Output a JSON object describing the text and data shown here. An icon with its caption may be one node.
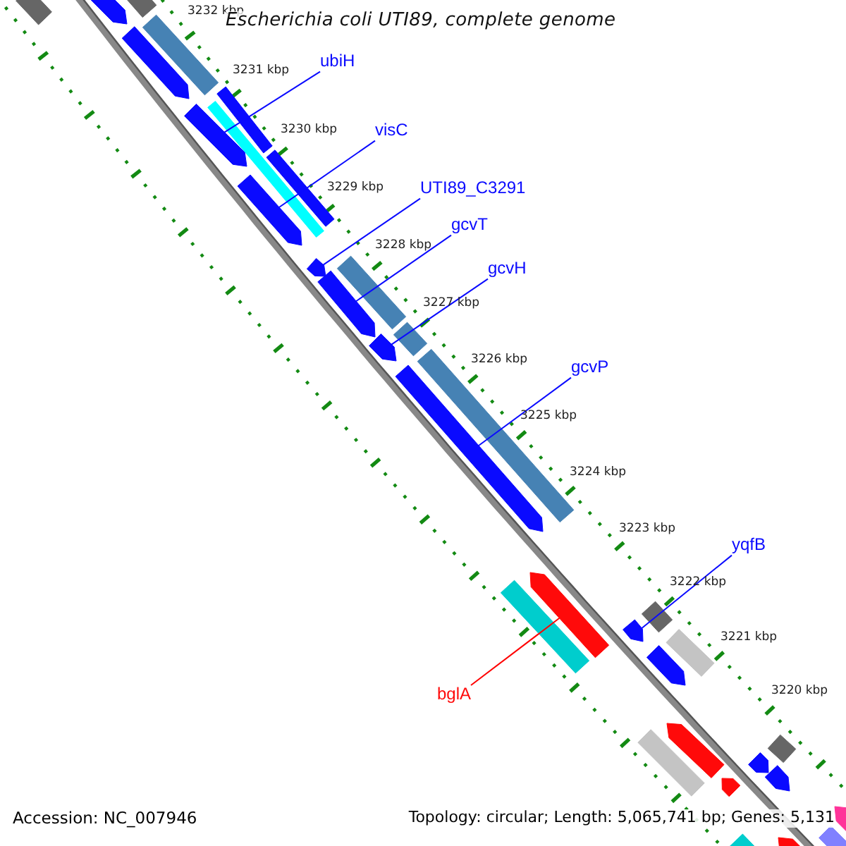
{
  "diagram": {
    "title": "Escherichia coli UTI89, complete genome",
    "nodes": [
      {
        "text": [
          "ubiH"
        ]
      },
      {
        "text": [],
        "shape": "arrow"
      },
      {
        "text": [
          "visC"
        ]
      },
      {
        "text": [],
        "shape": "arrow"
      },
      {
        "text": [
          "UTI89_C3291"
        ]
      },
      {
        "text": [],
        "shape": "arrow"
      },
      {
        "text": [
          "gcvT"
        ]
      },
      {
        "text": [],
        "shape": "arrow"
      },
      {
        "text": [
          "gcvH"
        ]
      },
      {
        "text": [],
        "shape": "arrow"
      },
      {
        "text": [
          "gcvP"
        ]
      },
      {
        "text": [],
        "shape": "arrow"
      },
      {
        "text": [
          "yqfB"
        ]
      },
      {
        "text": [],
        "shape": "arrow"
      },
      {
        "text": [
          "bglA"
        ]
      },
      {
        "text": [],
        "shape": "arrow"
      },
      {
        "text": [],
        "shape": "arrow"
      },
      {
        "text": [],
        "shape": "arrow"
      },
      {
        "text": [],
        "shape": "arrow"
      },
      {
        "text": [],
        "shape": "arrow"
      },
      {
        "text": [],
        "shape": "arrow"
      },
      {
        "text": [],
        "shape": "arrow"
      }
    ],
    "edges": [
      {
        "from": 0,
        "to": 1,
        "arrow": "none"
      },
      {
        "from": 2,
        "to": 3,
        "arrow": "none"
      },
      {
        "from": 4,
        "to": 5,
        "arrow": "none"
      },
      {
        "from": 6,
        "to": 7,
        "arrow": "none"
      },
      {
        "from": 8,
        "to": 9,
        "arrow": "none"
      },
      {
        "from": 10,
        "to": 11,
        "arrow": "none"
      },
      {
        "from": 12,
        "to": 13,
        "arrow": "none"
      },
      {
        "from": 14,
        "to": 15,
        "arrow": "none",
        "color": "#ff0000"
      }
    ],
    "labels": [
      "3232 kbp",
      "3231 kbp",
      "3230 kbp",
      "3229 kbp",
      "3228 kbp",
      "3227 kbp",
      "3226 kbp",
      "3225 kbp",
      "3224 kbp",
      "3223 kbp",
      "3222 kbp",
      "3221 kbp",
      "3220 kbp",
      "Accession: NC_007946",
      "Topology: circular; Length: 5,065,741 bp; Genes: 5,131"
    ]
  }
}
